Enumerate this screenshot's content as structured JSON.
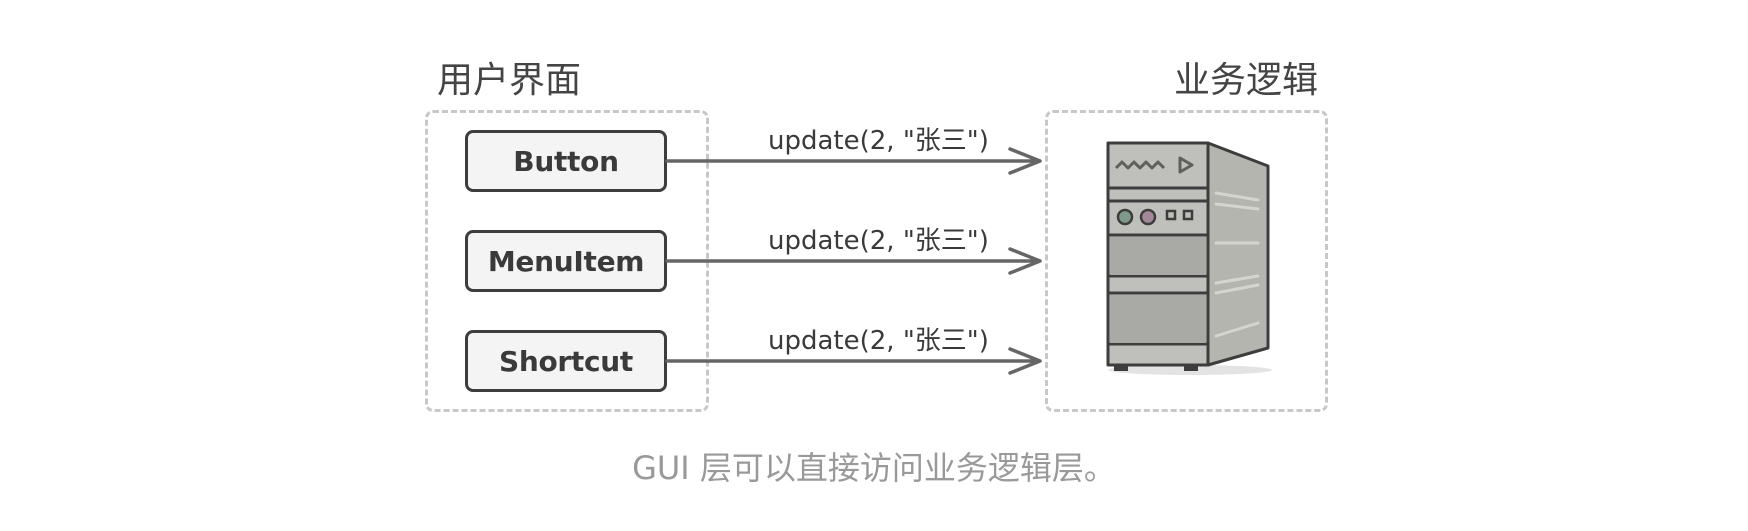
{
  "panels": {
    "left_title": "用户界面",
    "right_title": "业务逻辑"
  },
  "ui_elements": [
    {
      "label": "Button"
    },
    {
      "label": "MenuItem"
    },
    {
      "label": "Shortcut"
    }
  ],
  "calls": [
    {
      "label": "update(2, \"张三\")"
    },
    {
      "label": "update(2, \"张三\")"
    },
    {
      "label": "update(2, \"张三\")"
    }
  ],
  "caption": "GUI 层可以直接访问业务逻辑层。",
  "icons": {
    "server": "server-tower-icon"
  },
  "colors": {
    "line": "#666666",
    "border_dark": "#3d3d3d",
    "dashed_border": "#c8c8c8",
    "server_front": "#bfc0bb",
    "server_side": "#b3b5ae",
    "caption": "#999999"
  }
}
